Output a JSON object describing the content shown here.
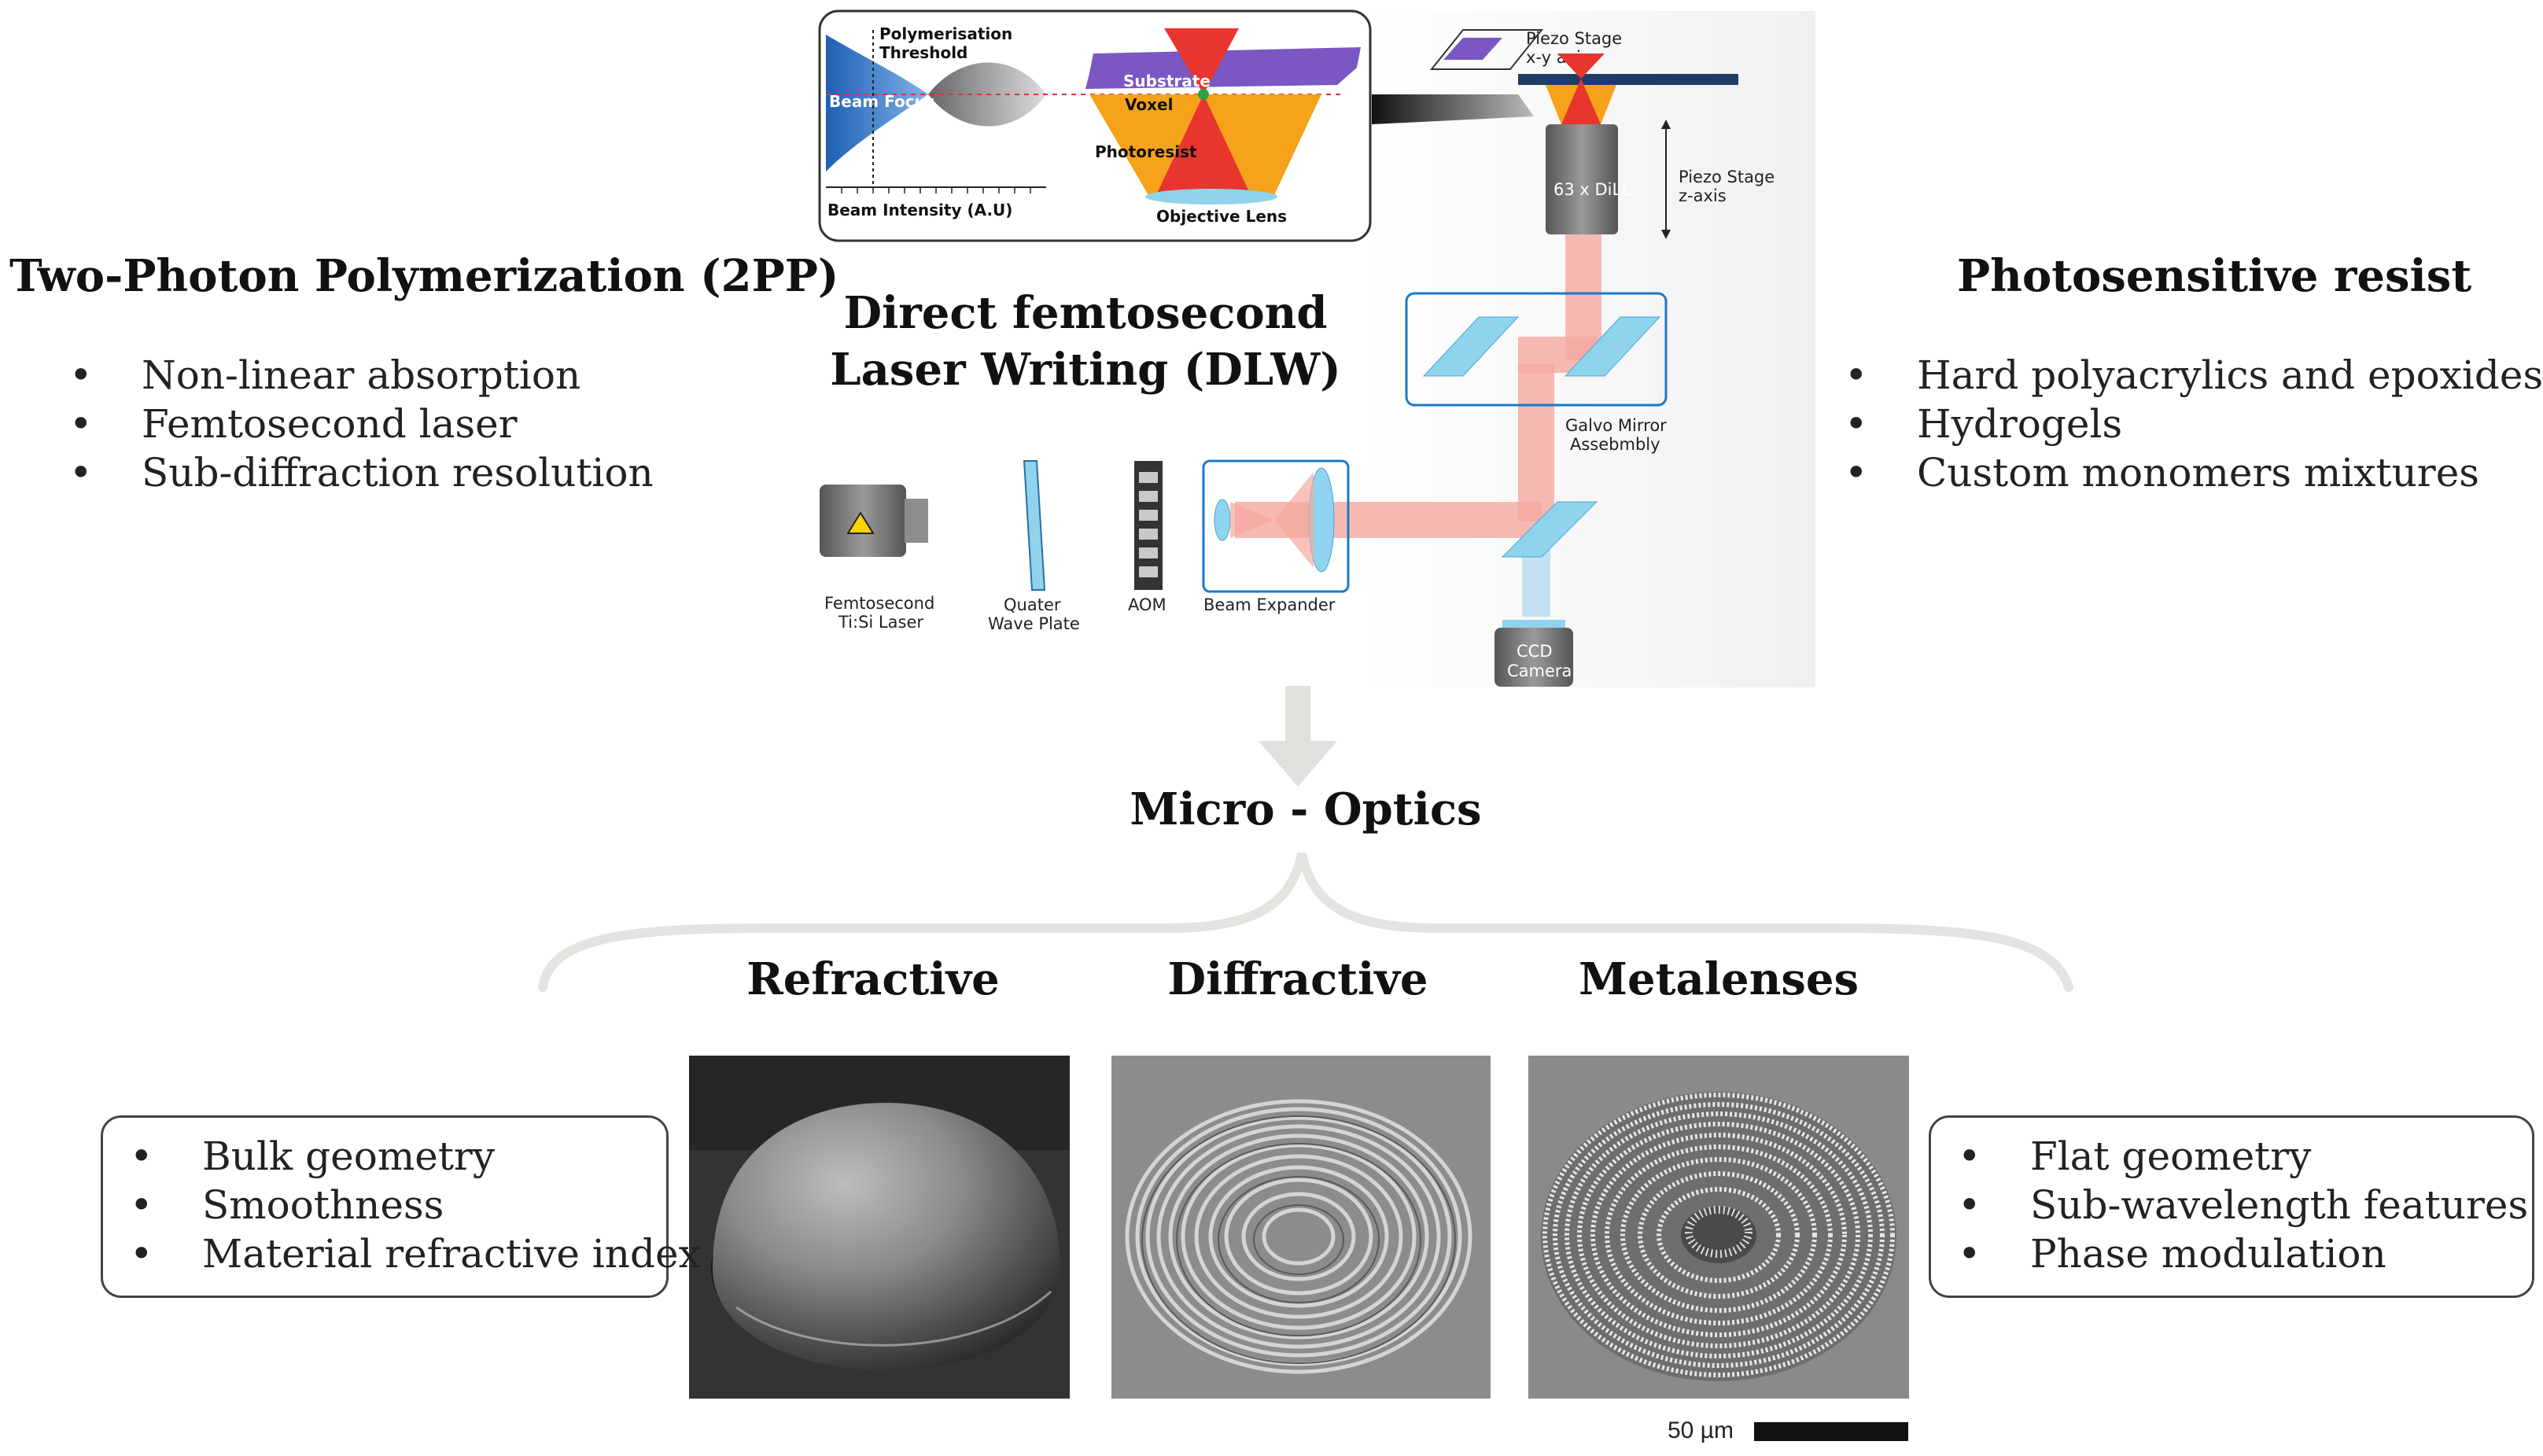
{
  "left_section": {
    "heading": "Two-Photon Polymerization (2PP)",
    "bullets": [
      "Non-linear absorption",
      "Femtosecond laser",
      "Sub-diffraction resolution"
    ]
  },
  "center_section": {
    "title_line1": "Direct femtosecond",
    "title_line2": "Laser Writing (DLW)"
  },
  "right_section": {
    "heading": "Photosensitive resist",
    "bullets": [
      "Hard polyacrylics and epoxides",
      "Hydrogels",
      "Custom monomers mixtures"
    ]
  },
  "setup_labels": {
    "polymerisation_threshold_1": "Polymerisation",
    "polymerisation_threshold_2": "Threshold",
    "beam_focus": "Beam Focus",
    "beam_intensity": "Beam Intensity (A.U)",
    "substrate": "Substrate",
    "voxel": "Voxel",
    "photoresist": "Photoresist",
    "objective_lens": "Objective Lens",
    "piezo_xy_1": "Piezo Stage",
    "piezo_xy_2": "x-y axis",
    "objective": "63 x DiLL",
    "piezo_z_1": "Piezo Stage",
    "piezo_z_2": "z-axis",
    "galvo_1": "Galvo Mirror",
    "galvo_2": "Assebmbly",
    "laser_1": "Femtosecond",
    "laser_2": "Ti:Si Laser",
    "qwp_1": "Quater",
    "qwp_2": "Wave Plate",
    "aom": "AOM",
    "beam_expander": "Beam Expander",
    "ccd_1": "CCD",
    "ccd_2": "Camera"
  },
  "micro_optics": {
    "title": "Micro - Optics",
    "categories": [
      "Refractive",
      "Diffractive",
      "Metalenses"
    ]
  },
  "refractive_box": {
    "bullets": [
      "Bulk geometry",
      "Smoothness",
      "Material refractive index"
    ]
  },
  "metalens_box": {
    "bullets": [
      "Flat geometry",
      "Sub-wavelength features",
      "Phase modulation"
    ]
  },
  "scale_bar": {
    "label": "50 µm"
  },
  "colors": {
    "laser_beam": "#f4a9a0",
    "optic_cyan": "#8fd3ec",
    "resist_orange": "#f7a21b",
    "substrate_purple": "#7a57c2",
    "focus_red": "#e8352e",
    "beam_blue": "#1f5fb4"
  }
}
